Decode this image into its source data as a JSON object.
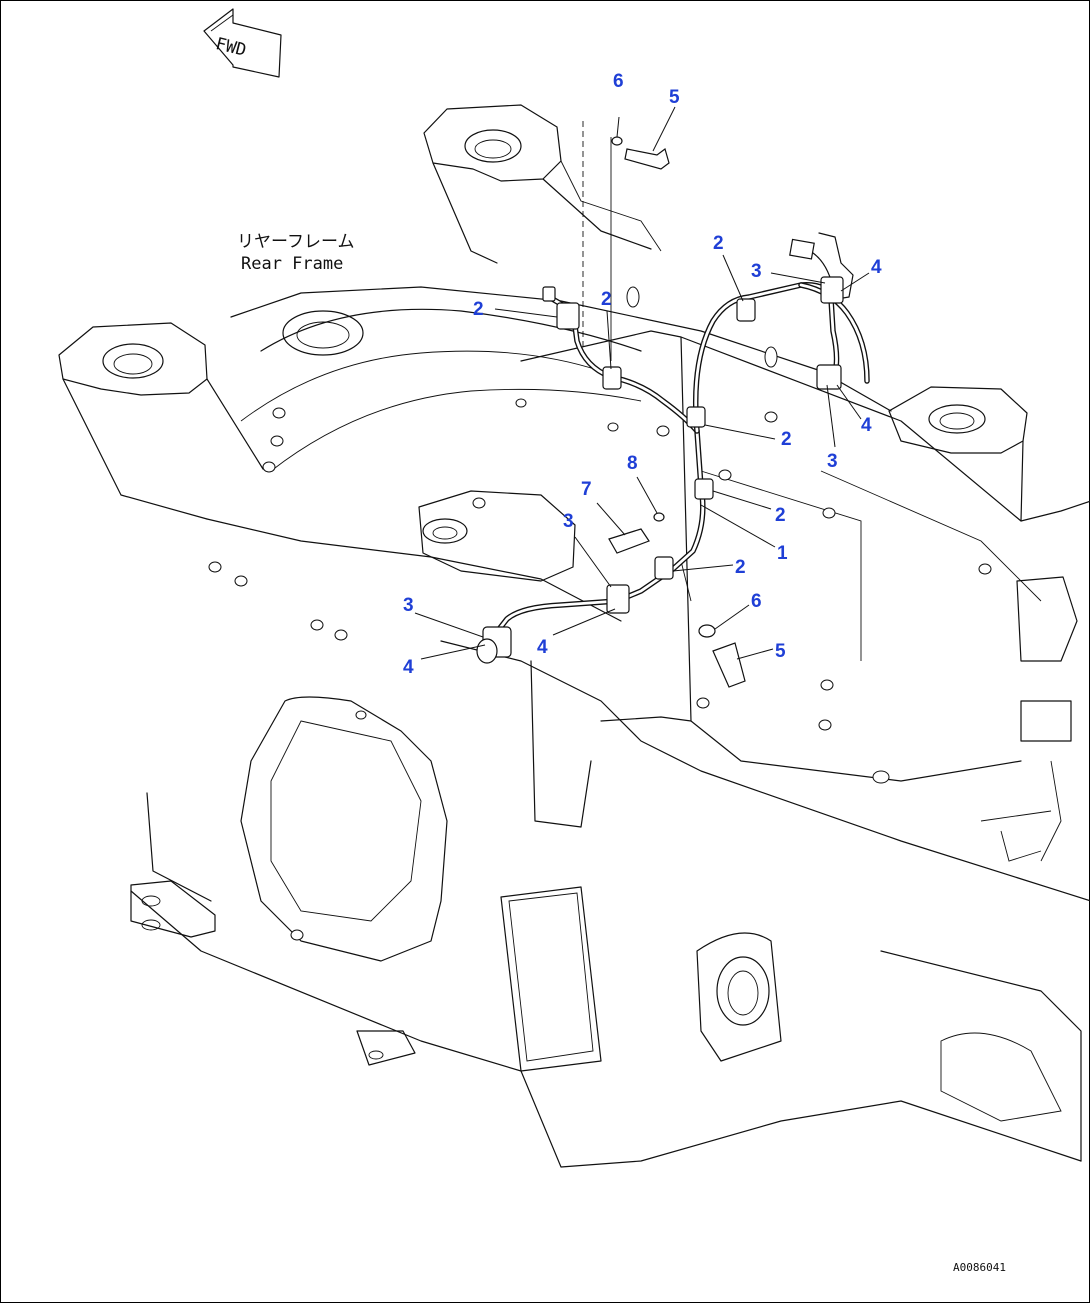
{
  "fwd_label": "FWD",
  "frame_label_jp": "リヤーフレーム",
  "frame_label_en": "Rear Frame",
  "drawing_code": "A0086041",
  "callouts": [
    "6",
    "5",
    "2",
    "3",
    "4",
    "2",
    "2",
    "2",
    "4",
    "3",
    "8",
    "7",
    "2",
    "3",
    "1",
    "2",
    "6",
    "3",
    "4",
    "4",
    "5"
  ]
}
